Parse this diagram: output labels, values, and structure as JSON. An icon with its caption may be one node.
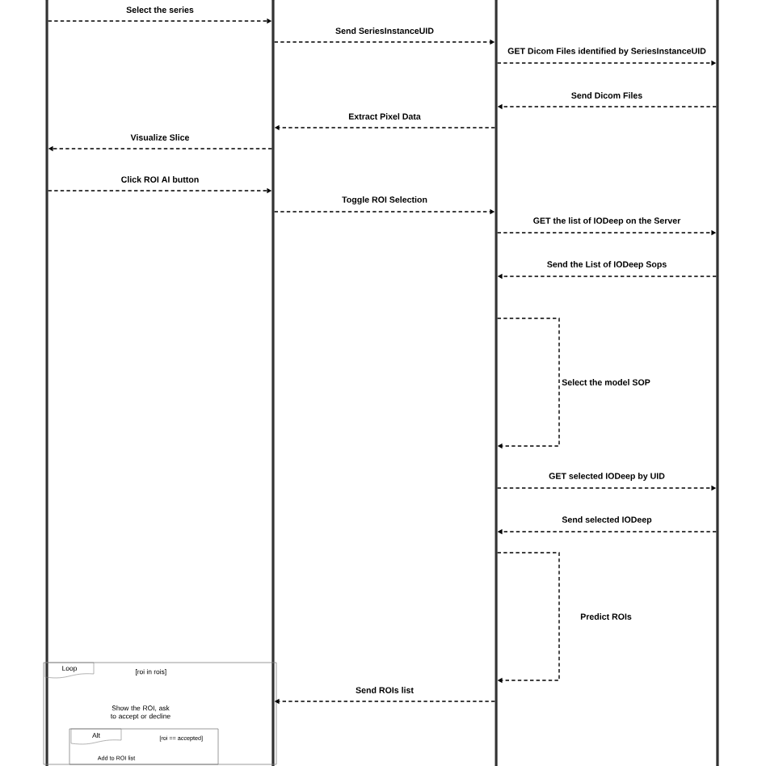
{
  "diagram": {
    "nodes": [
      {
        "text": [],
        "shape": "bar"
      },
      {
        "text": [],
        "shape": "bar"
      },
      {
        "text": [],
        "shape": "bar"
      },
      {
        "text": [],
        "shape": "bar"
      },
      {
        "text": [
          "Loop",
          "[roi in rois]",
          "Show the ROI, ask to accept or decline"
        ]
      },
      {
        "text": [
          "Alt",
          "[roi == accepted]",
          "Add to ROI list"
        ],
        "in": 4
      }
    ],
    "edges": [
      {
        "from": 0,
        "to": 1,
        "arrow": "to",
        "style": "dashed",
        "label": "Select the series"
      },
      {
        "from": 1,
        "to": 2,
        "arrow": "to",
        "style": "dashed",
        "label": "Send SeriesInstanceUID"
      },
      {
        "from": 2,
        "to": 3,
        "arrow": "to",
        "style": "dashed",
        "label": "GET Dicom Files identified by SeriesInstanceUID"
      },
      {
        "from": 3,
        "to": 2,
        "arrow": "to",
        "style": "dashed",
        "label": "Send Dicom Files"
      },
      {
        "from": 2,
        "to": 1,
        "arrow": "to",
        "style": "dashed",
        "label": "Extract Pixel Data"
      },
      {
        "from": 1,
        "to": 0,
        "arrow": "to",
        "style": "dashed",
        "label": "Visualize Slice"
      },
      {
        "from": 0,
        "to": 1,
        "arrow": "to",
        "style": "dashed",
        "label": "Click ROI AI button"
      },
      {
        "from": 1,
        "to": 2,
        "arrow": "to",
        "style": "dashed",
        "label": "Toggle ROI Selection"
      },
      {
        "from": 2,
        "to": 3,
        "arrow": "to",
        "style": "dashed",
        "label": "GET the list of IODeep on the Server"
      },
      {
        "from": 3,
        "to": 2,
        "arrow": "to",
        "style": "dashed",
        "label": "Send the List of IODeep Sops"
      },
      {
        "from": 2,
        "to": 2,
        "arrow": "to",
        "style": "dashed",
        "label": "Select the model SOP"
      },
      {
        "from": 2,
        "to": 3,
        "arrow": "to",
        "style": "dashed",
        "label": "GET selected IODeep by UID"
      },
      {
        "from": 3,
        "to": 2,
        "arrow": "to",
        "style": "dashed",
        "label": "Send selected IODeep"
      },
      {
        "from": 2,
        "to": 2,
        "arrow": "to",
        "style": "dashed",
        "label": "Predict ROIs"
      },
      {
        "from": 2,
        "to": 1,
        "arrow": "to",
        "style": "dashed",
        "label": "Send ROIs list"
      }
    ]
  }
}
